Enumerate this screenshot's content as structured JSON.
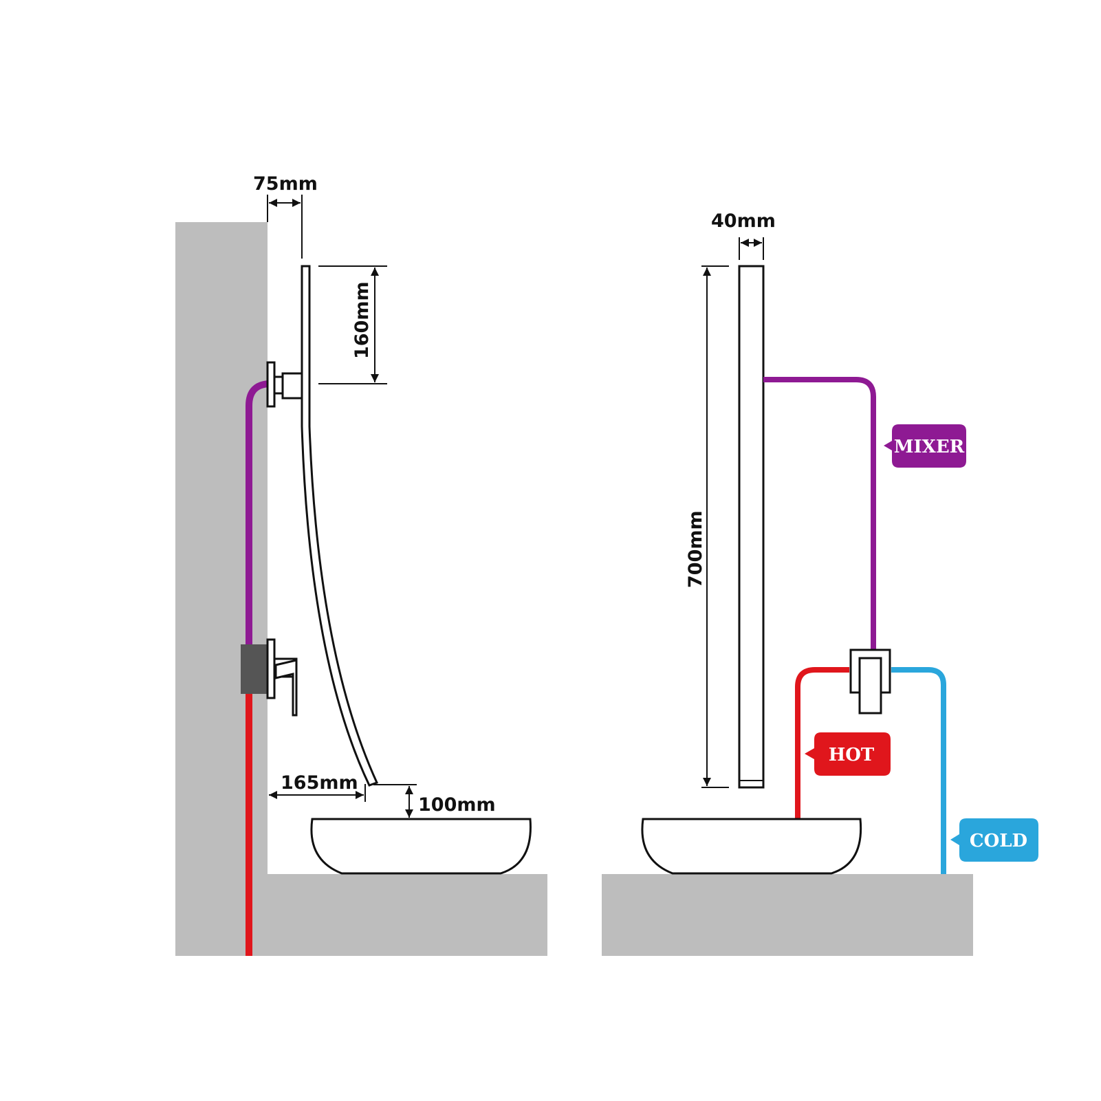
{
  "colors": {
    "wall": "#bdbdbd",
    "mixer_pipe": "#8e1a93",
    "hot_pipe": "#e0161c",
    "cold_pipe": "#2aa6dc",
    "mixer_tag": "#8e1a93",
    "hot_tag": "#e0161c",
    "cold_tag": "#2aa6dc",
    "line": "#111111",
    "valve_body": "#555555"
  },
  "left_view": {
    "dimensions": {
      "spout_offset": "75mm",
      "spout_height": "160mm",
      "spout_reach": "165mm",
      "spout_clearance": "100mm"
    }
  },
  "right_view": {
    "dimensions": {
      "spout_width": "40mm",
      "spout_length": "700mm"
    },
    "tags": {
      "mixer": "MIXER",
      "hot": "HOT",
      "cold": "COLD"
    }
  },
  "icons": {
    "wall": "wall-section",
    "counter": "countertop-section",
    "basin": "vessel-basin-icon",
    "spout": "waterfall-spout-icon",
    "valve": "mixer-valve-icon"
  }
}
